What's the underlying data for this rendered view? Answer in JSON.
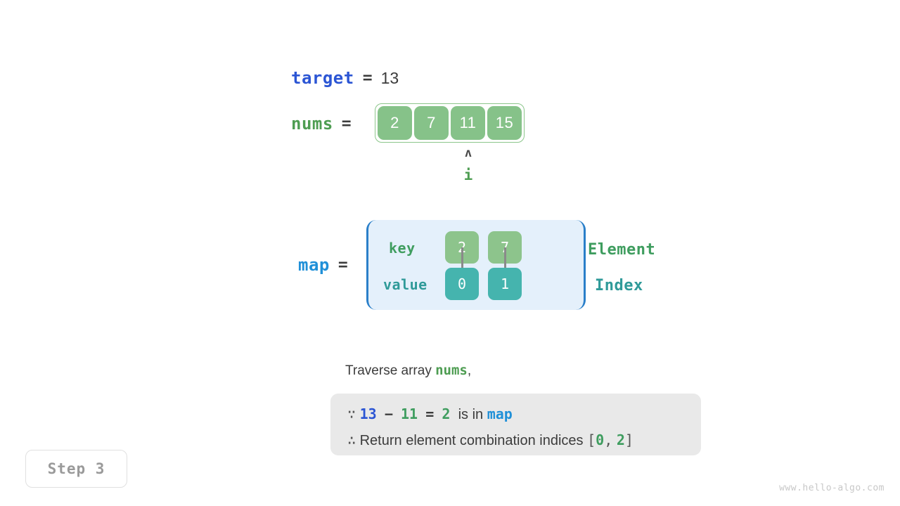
{
  "target": {
    "name": "target",
    "equals": "=",
    "value": "13"
  },
  "nums": {
    "name": "nums",
    "equals": "=",
    "cells": [
      "2",
      "7",
      "11",
      "15"
    ],
    "pointer": {
      "caret": "ʌ",
      "label": "i",
      "index": 2
    }
  },
  "map": {
    "name": "map",
    "equals": "=",
    "row_labels": {
      "key": "key",
      "value": "value"
    },
    "keys": [
      "2",
      "7"
    ],
    "values": [
      "0",
      "1"
    ],
    "side_labels": {
      "element": "Element",
      "index": "Index"
    }
  },
  "description": {
    "prefix": "Traverse array ",
    "highlight": "nums",
    "suffix": ","
  },
  "note": {
    "line1": {
      "because_symbol": "∵",
      "target_value": "13",
      "minus": "−",
      "current_value": "11",
      "equals": "=",
      "complement": "2",
      "text": "is in",
      "map_name": "map"
    },
    "line2": {
      "therefore_symbol": "∴",
      "text": "Return element combination indices",
      "bracket_open": "[",
      "index_a": "0",
      "comma": ",",
      "index_b": "2",
      "bracket_close": "]"
    }
  },
  "step": {
    "label": "Step 3"
  },
  "watermark": {
    "text": "www.hello-algo.com"
  },
  "colors": {
    "green": "#4e9d52",
    "blue": "#2b55d4",
    "light_blue": "#2090d8",
    "teal": "#2f9a99",
    "cell_green": "#86c289",
    "key_green": "#8dc48c",
    "value_teal": "#45b4ae",
    "map_bg": "#e4f0fb",
    "note_bg": "#e9e9e9"
  }
}
